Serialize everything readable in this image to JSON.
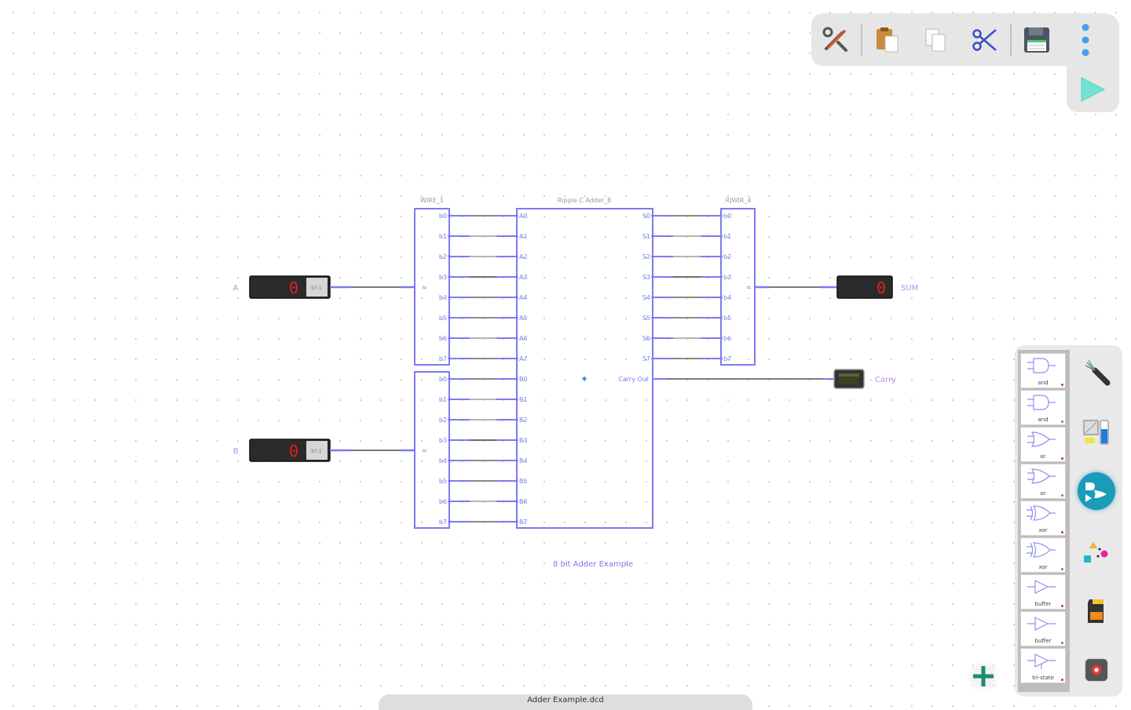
{
  "toolbar": {
    "buttons": [
      {
        "name": "tools-button",
        "icon": "wrench-screwdriver-icon"
      },
      {
        "name": "paste-button",
        "icon": "clipboard-icon"
      },
      {
        "name": "copy-button",
        "icon": "copy-icon"
      },
      {
        "name": "cut-button",
        "icon": "scissors-icon"
      },
      {
        "name": "save-button",
        "icon": "floppy-disk-icon"
      },
      {
        "name": "more-button",
        "icon": "vertical-ellipsis-icon"
      }
    ],
    "run_icon": "play-icon"
  },
  "circuit": {
    "splitter_a_title": "WIRE_1",
    "splitter_b_title": "",
    "adder_title": "Ripple C Adder_8",
    "joiner_title": "RJWIR_4",
    "splitter_a_pins": [
      "b0",
      "b1",
      "b2",
      "b3",
      "b4",
      "b5",
      "b6",
      "b7"
    ],
    "splitter_b_pins": [
      "b0",
      "b1",
      "b2",
      "b3",
      "b4",
      "b5",
      "b6",
      "b7"
    ],
    "adder_a_pins": [
      "A0",
      "A1",
      "A2",
      "A3",
      "A4",
      "A5",
      "A6",
      "A7"
    ],
    "adder_b_pins": [
      "B0",
      "B1",
      "B2",
      "B3",
      "B4",
      "B5",
      "B6",
      "B7"
    ],
    "adder_s_pins": [
      "S0",
      "S1",
      "S2",
      "S3",
      "S4",
      "S5",
      "S6",
      "S7"
    ],
    "joiner_pins": [
      "b0",
      "b1",
      "b2",
      "b3",
      "b4",
      "b5",
      "b6",
      "b7"
    ],
    "carry_out_label": "Carry Out",
    "bus_symbol": "≈",
    "input_a": {
      "label": "A",
      "value": "0",
      "tag": "b7:1"
    },
    "input_b": {
      "label": "B",
      "value": "0",
      "tag": "b7:1"
    },
    "output_sum": {
      "label": "SUM",
      "value": "0"
    },
    "output_carry": {
      "label": "Carry"
    },
    "caption": "8 bit Adder Example"
  },
  "palette": {
    "gates": [
      {
        "label": "and",
        "status": "red"
      },
      {
        "label": "and",
        "status": "green"
      },
      {
        "label": "or",
        "status": "red"
      },
      {
        "label": "or",
        "status": "green"
      },
      {
        "label": "xor",
        "status": "red"
      },
      {
        "label": "xor",
        "status": "green"
      },
      {
        "label": "buffer",
        "status": "red"
      },
      {
        "label": "buffer",
        "status": "green"
      },
      {
        "label": "tri-state",
        "status": "red"
      }
    ],
    "tools": [
      {
        "name": "wire-tool",
        "icon": "cable-icon"
      },
      {
        "name": "io-tool",
        "icon": "io-components-icon"
      },
      {
        "name": "gates-tool",
        "icon": "logic-gates-icon"
      },
      {
        "name": "misc-tool",
        "icon": "shapes-icon"
      },
      {
        "name": "memory-tool",
        "icon": "memory-card-icon"
      },
      {
        "name": "chip-tool",
        "icon": "chip-icon"
      }
    ]
  },
  "add_button_icon": "plus-icon",
  "file_tab": {
    "name": "Adder Example.dcd"
  },
  "colors": {
    "accent": "#6f6ff5",
    "wire": "#8a8a8a",
    "led_red": "#e02020",
    "run_teal": "#5fd9c8",
    "add_green": "#1f8a70",
    "gates_tool_bg": "#1a9bb8"
  }
}
